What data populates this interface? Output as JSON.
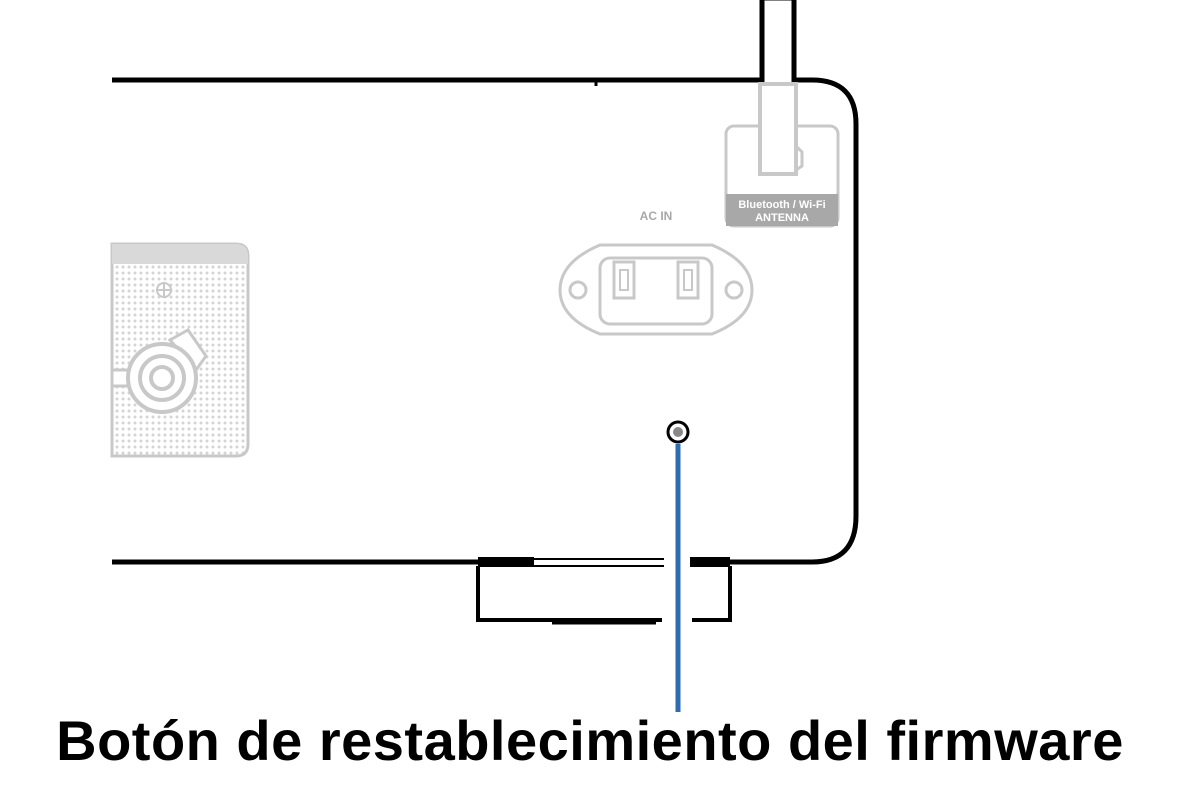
{
  "diagram": {
    "antenna_label_line1": "Bluetooth / Wi-Fi",
    "antenna_label_line2": "ANTENNA",
    "ac_in_label": "AC IN",
    "caption": "Botón de restablecimiento del firmware",
    "colors": {
      "outline": "#000000",
      "connector_gray": "#c8c8c8",
      "label_gray": "#a8a8a8",
      "leader_line": "#2f6db3",
      "speaker_panel": "#d9d9d9"
    },
    "icons": {
      "antenna": "wifi-antenna-icon",
      "power_inlet": "ac-inlet-icon",
      "speaker_terminal": "speaker-terminal-icon",
      "reset_button": "reset-button-icon"
    }
  }
}
